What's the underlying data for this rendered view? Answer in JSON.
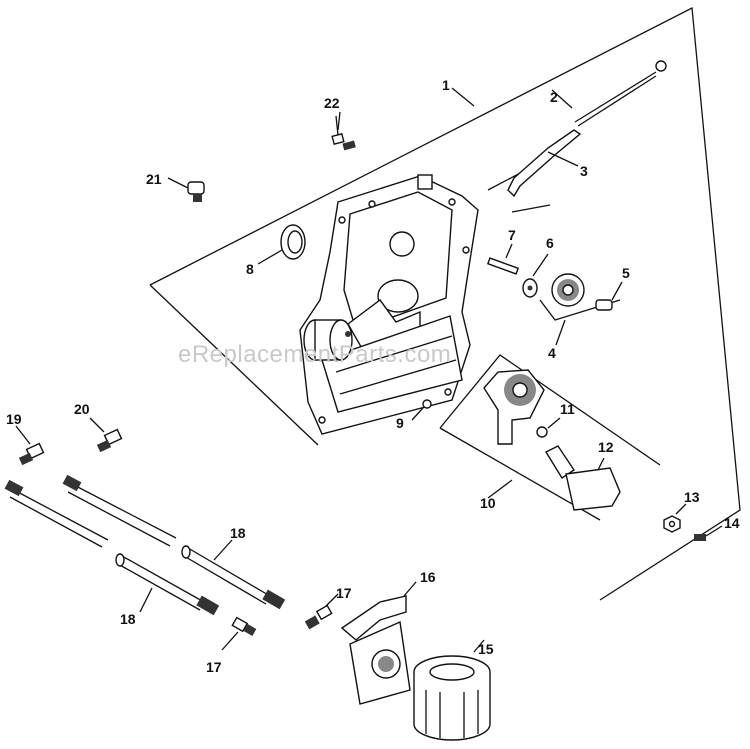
{
  "watermark": "eReplacementParts.com",
  "callouts": [
    "1",
    "2",
    "3",
    "4",
    "5",
    "6",
    "7",
    "8",
    "9",
    "10",
    "11",
    "12",
    "13",
    "14",
    "15",
    "16",
    "17",
    "17",
    "18",
    "18",
    "19",
    "20",
    "21",
    "22"
  ],
  "colors": {
    "line": "#111111",
    "background": "#ffffff",
    "watermark": "#c9c9c9"
  }
}
